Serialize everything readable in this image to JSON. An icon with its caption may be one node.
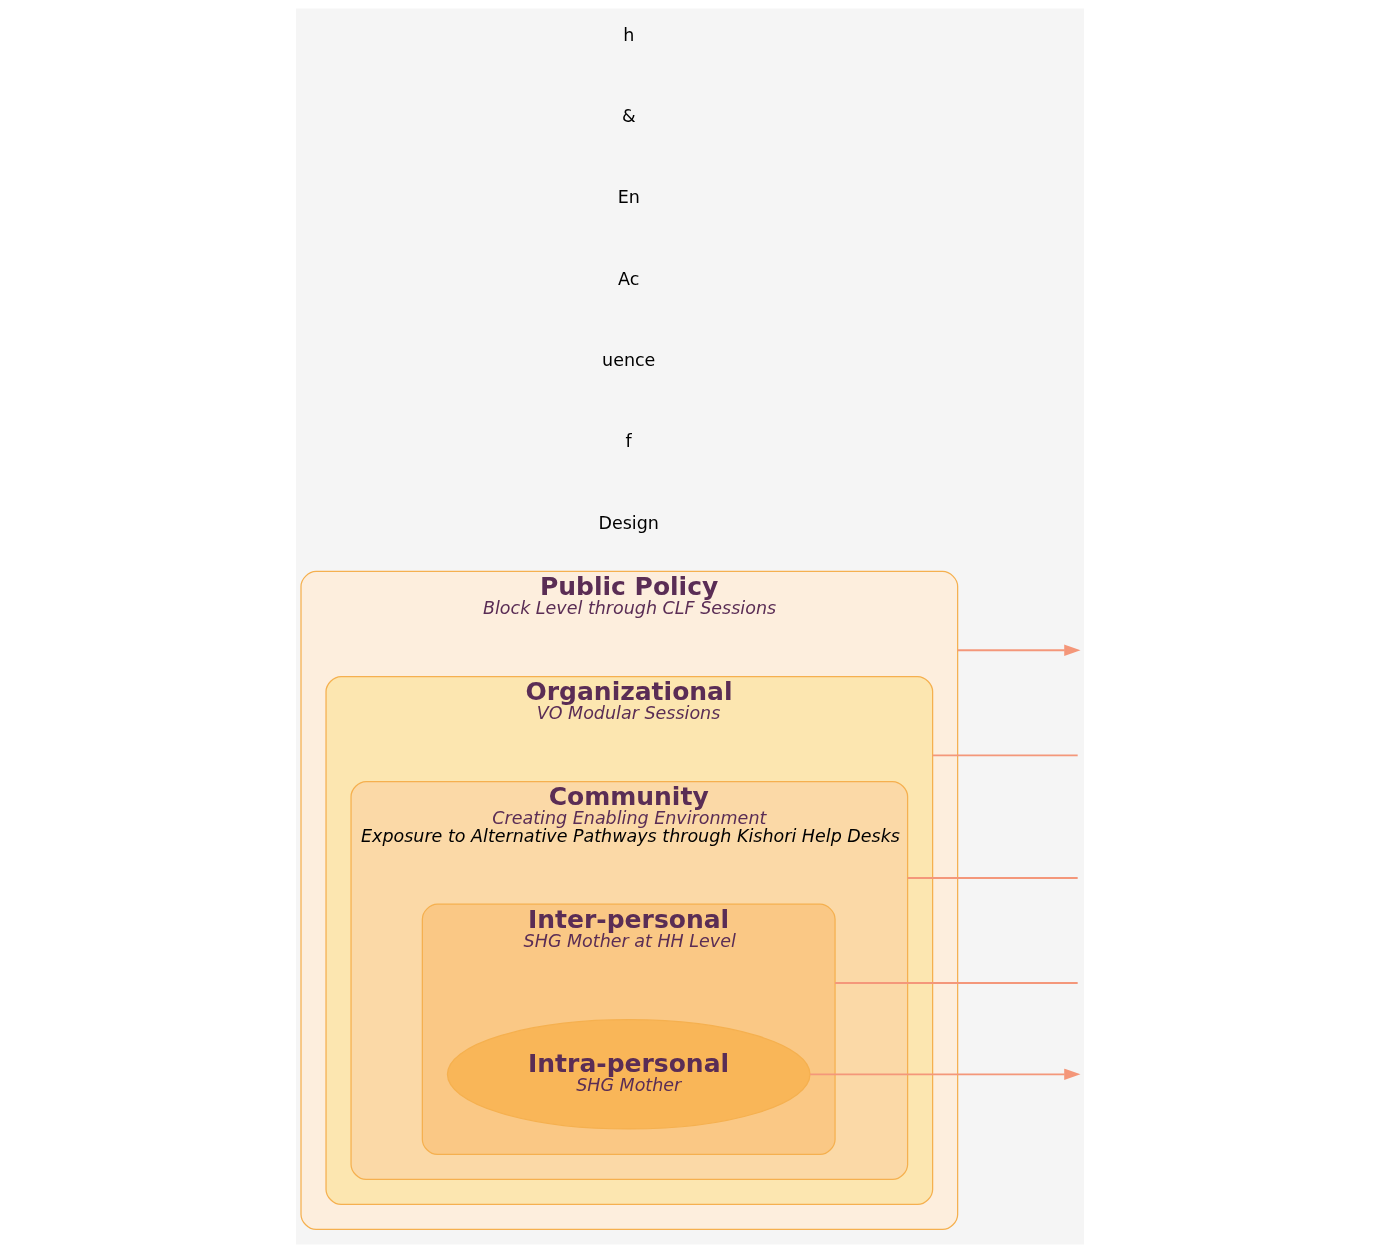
{
  "diagram": {
    "nodes": [
      {
        "text": [
          "Public Policy",
          "Block Level through CLF Sessions"
        ]
      },
      {
        "text": [
          "Organizational",
          "VO Modular Sessions"
        ],
        "in": 0
      },
      {
        "text": [
          "Community",
          "Creating Enabling Environment",
          "Exposure to Alternative Pathways through Kishori Help Desks"
        ],
        "in": 1
      },
      {
        "text": [
          "Inter-personal",
          "SHG Mother at HH Level"
        ],
        "in": 2
      },
      {
        "text": [
          "Intra-personal",
          "SHG Mother"
        ],
        "in": 3
      }
    ],
    "edges": [
      {
        "from": 0,
        "to": null,
        "arrow": "to"
      },
      {
        "from": 1,
        "to": null,
        "arrow": "none"
      },
      {
        "from": 2,
        "to": null,
        "arrow": "none"
      },
      {
        "from": 3,
        "to": null,
        "arrow": "none"
      },
      {
        "from": 4,
        "to": null,
        "arrow": "to"
      }
    ],
    "labels": [
      "Design",
      "f",
      "uence",
      "Ac",
      "En",
      "&",
      "h"
    ]
  }
}
